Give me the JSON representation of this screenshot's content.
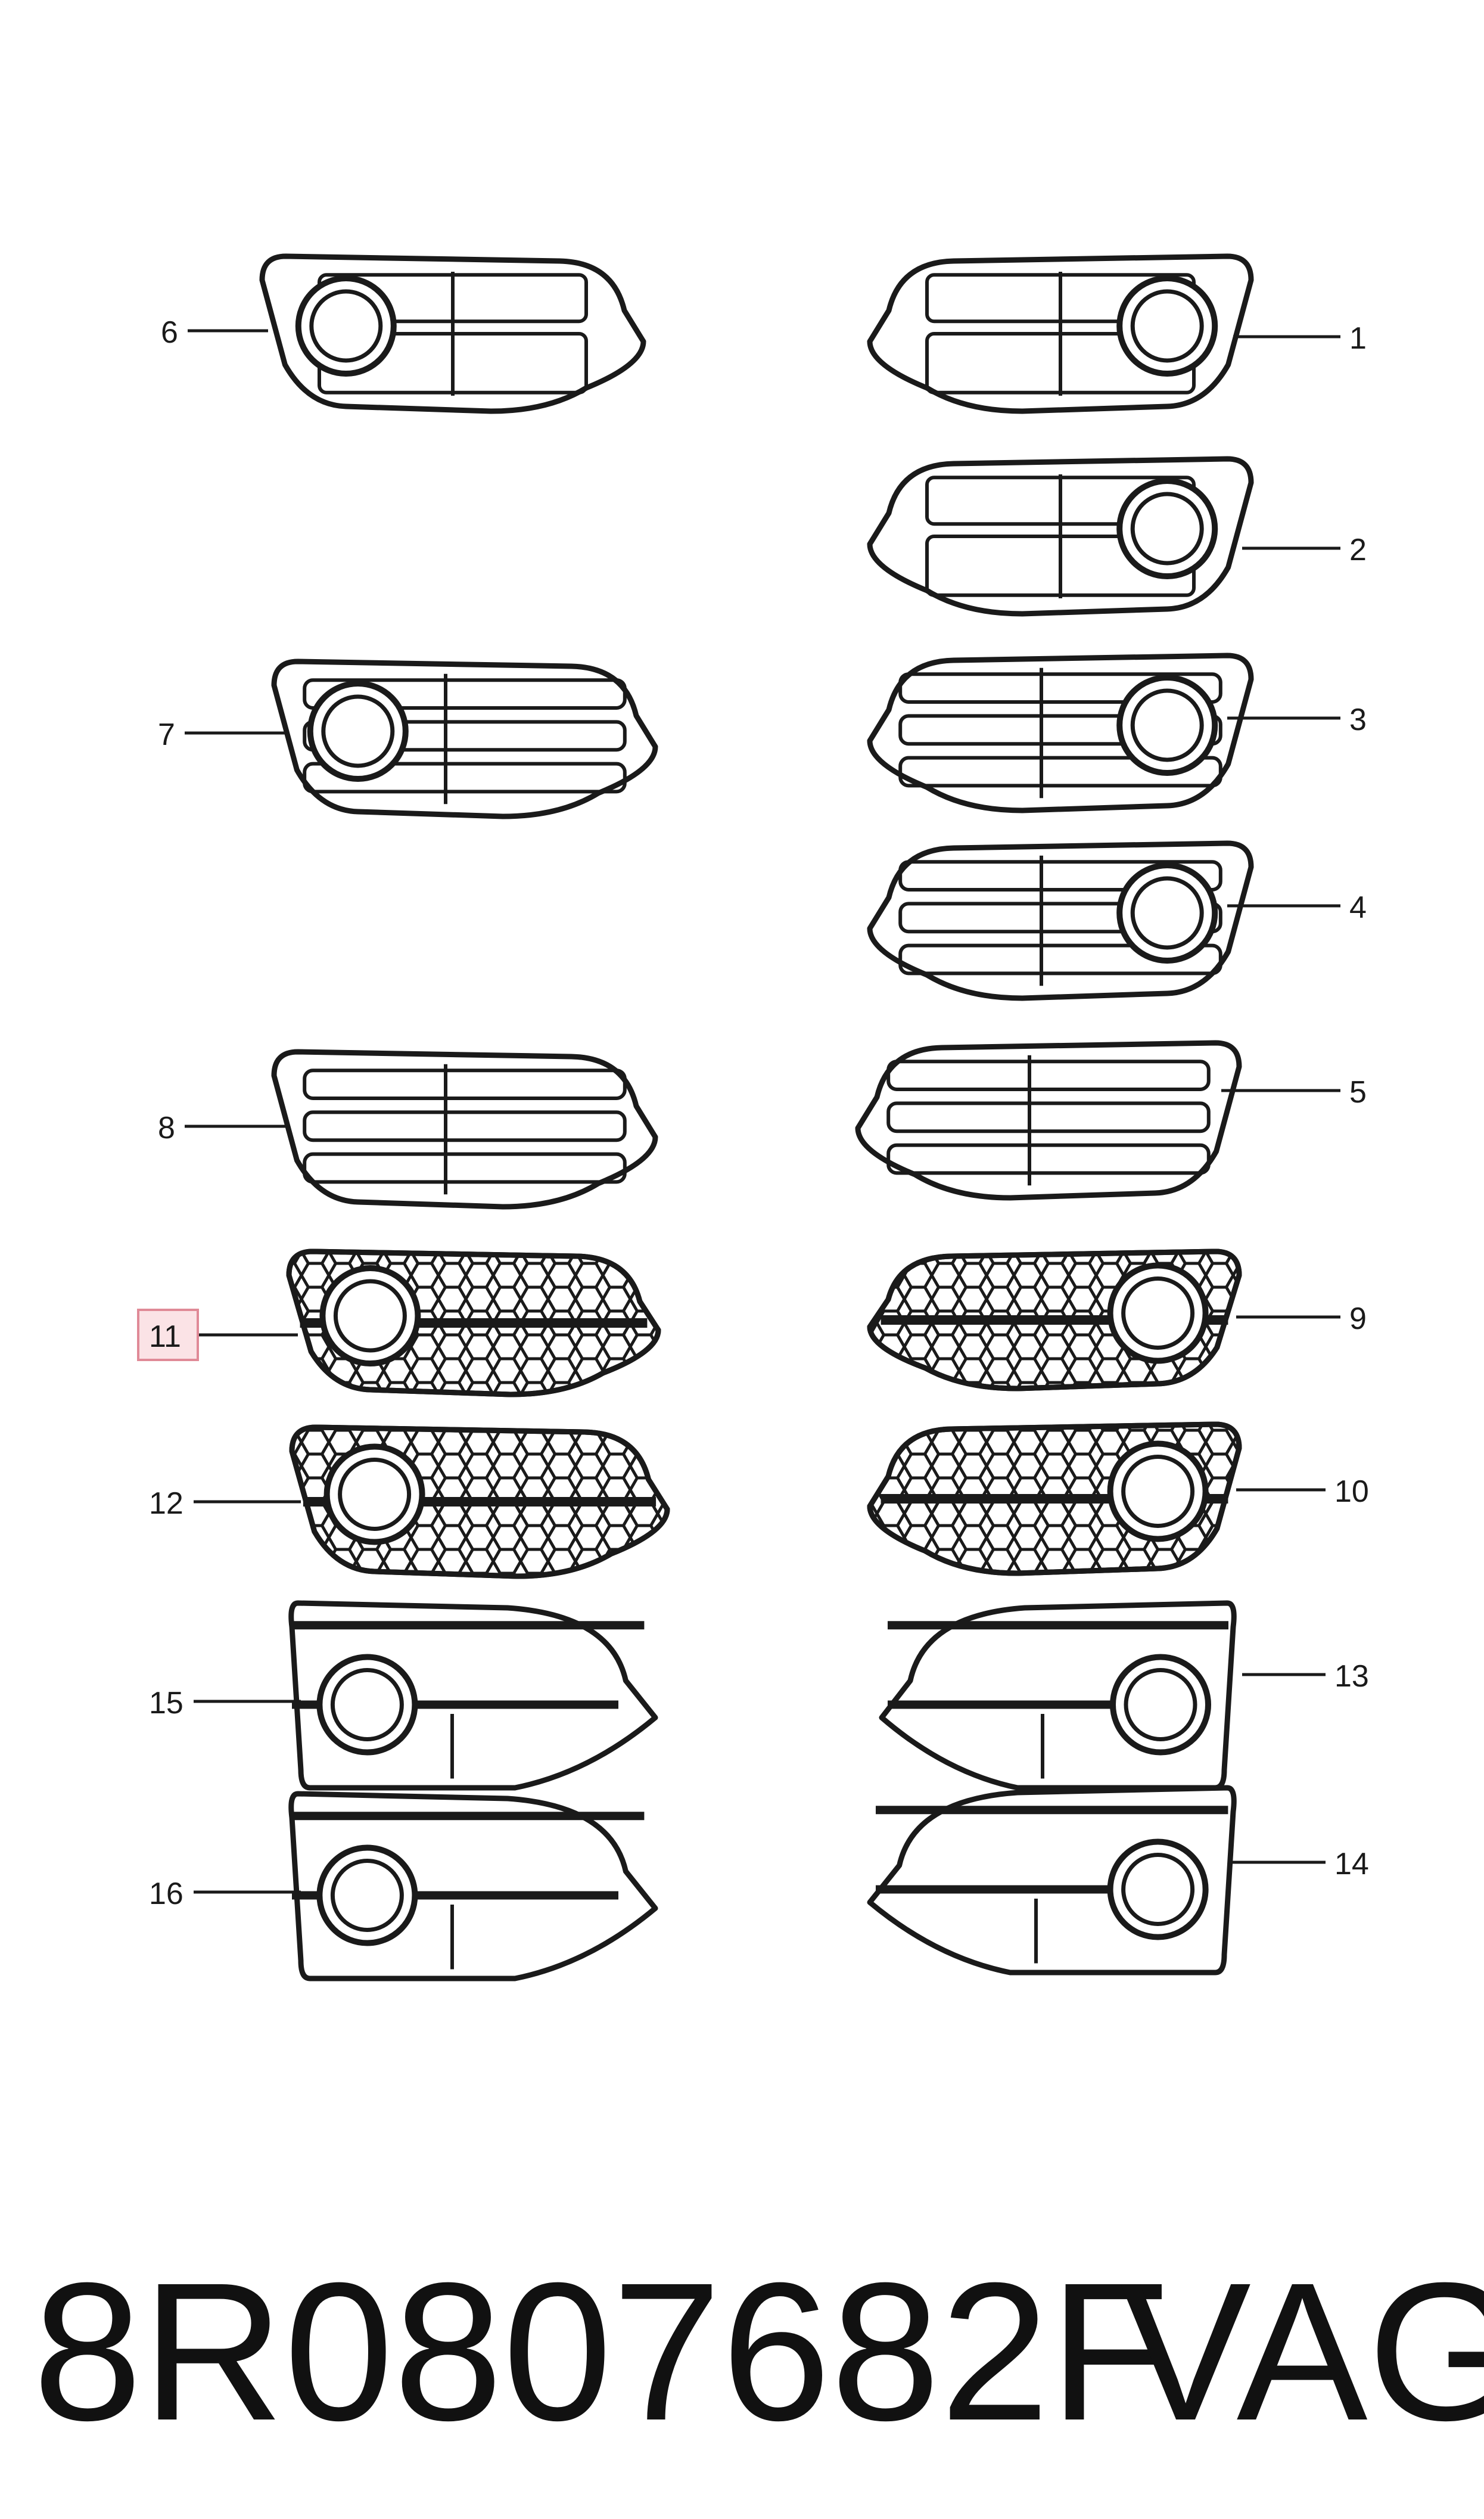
{
  "part_number": "8R0807682F",
  "manufacturer": "VAG",
  "highlighted_callout": "11",
  "colors": {
    "line": "#1a1a1a",
    "highlight_fill": "#fbe3e6",
    "highlight_stroke": "#e08a97"
  },
  "callouts": [
    {
      "label": "1",
      "side": "right",
      "style": "frame",
      "hole": "right"
    },
    {
      "label": "2",
      "side": "right",
      "style": "frame",
      "hole": "right"
    },
    {
      "label": "3",
      "side": "right",
      "style": "slats",
      "hole": "right"
    },
    {
      "label": "4",
      "side": "right",
      "style": "slats",
      "hole": "right"
    },
    {
      "label": "5",
      "side": "right",
      "style": "slats",
      "hole": "none"
    },
    {
      "label": "6",
      "side": "left",
      "style": "frame",
      "hole": "left"
    },
    {
      "label": "7",
      "side": "left",
      "style": "slats",
      "hole": "left"
    },
    {
      "label": "8",
      "side": "left",
      "style": "slats",
      "hole": "none"
    },
    {
      "label": "9",
      "side": "right",
      "style": "honeycomb",
      "hole": "right"
    },
    {
      "label": "10",
      "side": "right",
      "style": "honeycomb",
      "hole": "right"
    },
    {
      "label": "11",
      "side": "left",
      "style": "honeycomb",
      "hole": "left"
    },
    {
      "label": "12",
      "side": "left",
      "style": "honeycomb",
      "hole": "left"
    },
    {
      "label": "13",
      "side": "right",
      "style": "cover",
      "hole": "right"
    },
    {
      "label": "14",
      "side": "right",
      "style": "cover",
      "hole": "right"
    },
    {
      "label": "15",
      "side": "left",
      "style": "cover",
      "hole": "left"
    },
    {
      "label": "16",
      "side": "left",
      "style": "cover",
      "hole": "left"
    }
  ]
}
